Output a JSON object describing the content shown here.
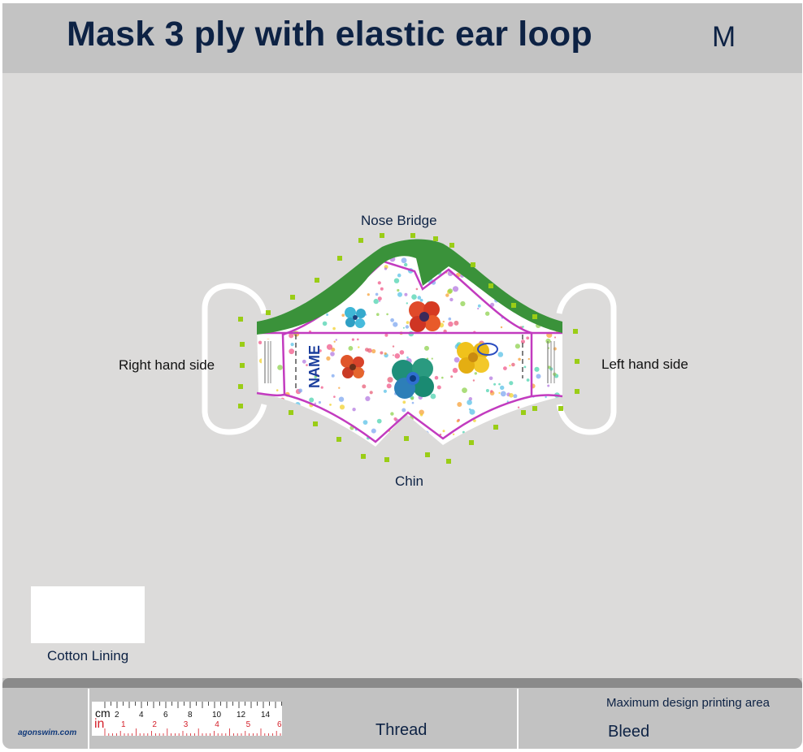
{
  "header": {
    "title": "Mask 3 ply with elastic ear loop",
    "size": "M"
  },
  "mask": {
    "labels": {
      "nose_bridge": "Nose Bridge",
      "chin": "Chin",
      "right_side": "Right hand side",
      "left_side": "Left hand side"
    },
    "name_text": "NAME",
    "colors": {
      "printing_area": "#c23bbf",
      "nose_band": "#3a923a",
      "bleed": "#9acd16",
      "name": "#1a3d9c"
    }
  },
  "lining": {
    "label": "Cotton Lining"
  },
  "footer": {
    "logo_text": "agonswim.com",
    "ruler": {
      "cm_label": "cm",
      "in_label": "in",
      "cm_ticks": [
        "2",
        "4",
        "6",
        "8",
        "10",
        "12",
        "14"
      ],
      "in_ticks": [
        "1",
        "2",
        "3",
        "4",
        "5",
        "6"
      ]
    },
    "thread_label": "Thread",
    "legend": {
      "max_area": "Maximum design printing area",
      "bleed": "Bleed"
    }
  }
}
